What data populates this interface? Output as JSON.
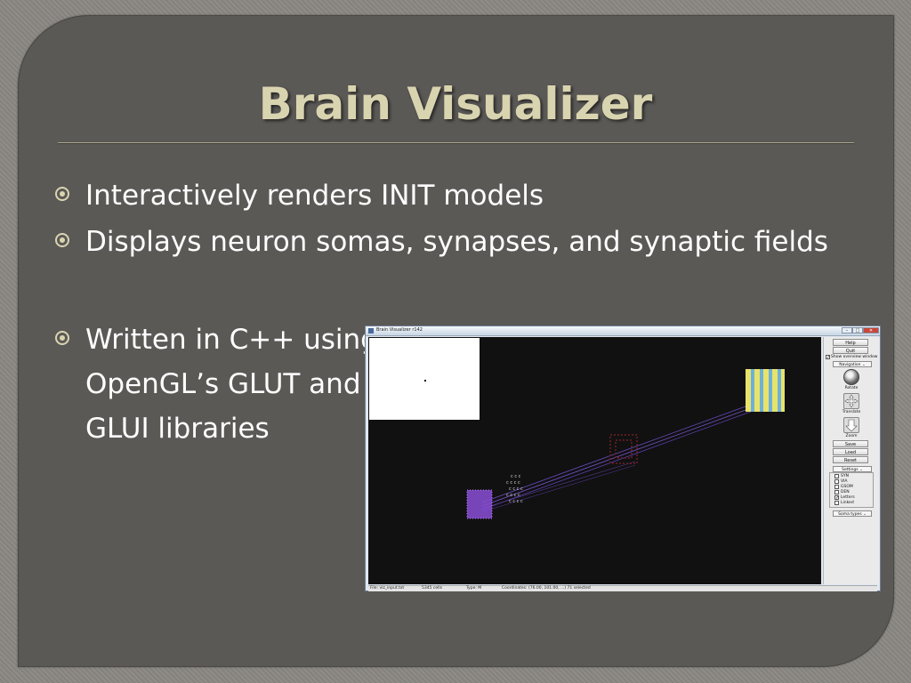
{
  "slide": {
    "title": "Brain Visualizer",
    "bullets": [
      "Interactively renders INIT models",
      "Displays neuron somas, synapses, and synaptic fields",
      "Written in C++ using OpenGL’s GLUT and GLUI libraries"
    ]
  },
  "app": {
    "window_title": "Brain Visualizer r142",
    "buttons": {
      "help": "Help",
      "quit": "Quit",
      "save": "Save",
      "load": "Load",
      "reset": "Reset"
    },
    "show_overview_label": "Show overview window",
    "show_overview_checked": true,
    "navigation_dropdown": "Navigation",
    "nav_controls": {
      "rotate": "Rotate",
      "translate": "Translate",
      "zoom": "Zoom"
    },
    "settings_dropdown": "Settings",
    "checkboxes": [
      {
        "label": "SYN",
        "checked": false
      },
      {
        "label": "VIA",
        "checked": false
      },
      {
        "label": "GSOM",
        "checked": false
      },
      {
        "label": "DEN",
        "checked": false
      },
      {
        "label": "Letters",
        "checked": true
      },
      {
        "label": "Linked",
        "checked": false
      }
    ],
    "soma_types_dropdown": "Soma types",
    "status": {
      "file": "File: viz_input.txt",
      "cells": "5345 cells",
      "type": "Type: M",
      "coordinates": "Coordinates: (76.00, 101.00, ...) 71 selected"
    },
    "colors": {
      "viewport_bg": "#111111",
      "purple_cells": "#8a4fd6",
      "yellow_cells": "#e8e36a",
      "link_lines": "#6b4cc2",
      "red_cells": "#6a1f24"
    }
  }
}
